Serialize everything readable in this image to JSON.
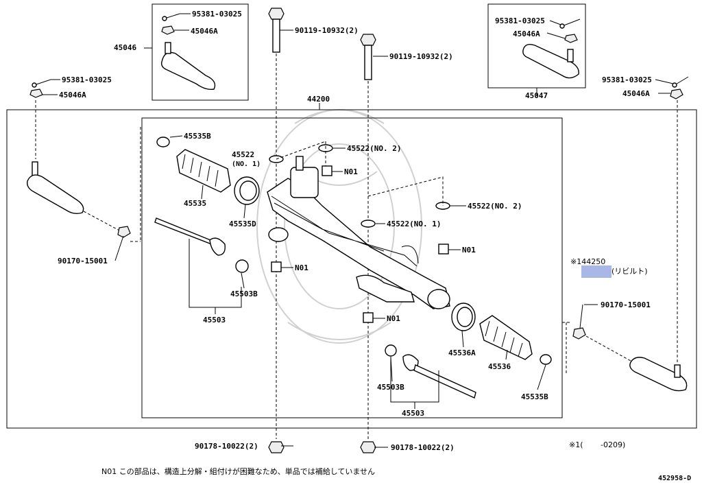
{
  "diagram": {
    "labels": {
      "tl_pin": "95381-03025",
      "tl_nut": "45046A",
      "box_left_id": "45046",
      "bolt_1": "90119-10932(2)",
      "bolt_2": "90119-10932(2)",
      "tr_pin": "95381-03025",
      "tr_nut": "45046A",
      "box_right_id": "45047",
      "l_pin": "95381-03025",
      "l_nut": "45046A",
      "r_pin": "95381-03025",
      "r_nut": "45046A",
      "assembly": "44200",
      "clip_tl": "45535B",
      "washer_no1": "45522",
      "washer_no1_sub": "(NO. 1)",
      "washer_no2_top": "45522(NO. 2)",
      "n01_a": "N01",
      "boot_l": "45535",
      "band_l": "45535D",
      "washer_no2_mid": "45522(NO. 2)",
      "washer_no1_mid": "45522(NO. 1)",
      "n01_b": "N01",
      "n01_c": "N01",
      "nut_l": "90170-15001",
      "washer_l": "45503B",
      "rod_l": "45503",
      "rebuilt_code": "※144250",
      "rebuilt_text": "(リビルト)",
      "nut_r": "90170-15001",
      "n01_d": "N01",
      "band_r": "45536A",
      "boot_r": "45536",
      "washer_r": "45503B",
      "rod_r": "45503",
      "clip_br": "45535B",
      "bottom_nut_l": "90178-10022(2)",
      "bottom_nut_r": "90178-10022(2)",
      "footnote": "※1(　　 -0209)",
      "n01_note": "N01 この部品は、構造上分解・組付けが困難なため、単品では補給していません",
      "diagram_id": "452958-D"
    }
  }
}
